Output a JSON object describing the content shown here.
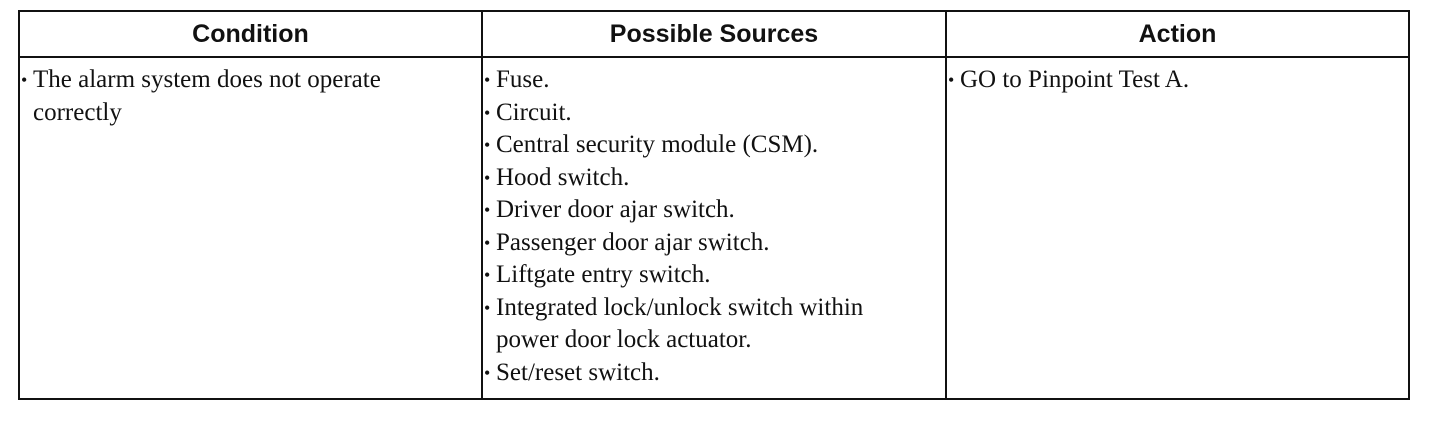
{
  "table": {
    "headers": {
      "condition": "Condition",
      "sources": "Possible Sources",
      "action": "Action"
    },
    "bullet": "•",
    "condition": "The alarm system does not operate\ncorrectly",
    "sources": [
      "Fuse.",
      "Circuit.",
      "Central security module (CSM).",
      "Hood switch.",
      "Driver door ajar switch.",
      "Passenger door ajar switch.",
      "Liftgate entry switch.",
      "Integrated lock/unlock switch within\npower door lock actuator.",
      "Set/reset switch."
    ],
    "action": "GO to Pinpoint Test A."
  }
}
